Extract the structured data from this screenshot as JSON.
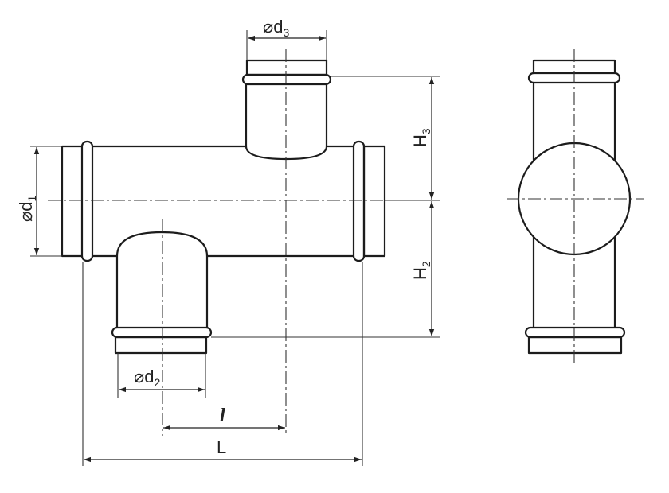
{
  "labels": {
    "d1": {
      "symbol": "⌀d",
      "sub": "1"
    },
    "d2": {
      "symbol": "⌀d",
      "sub": "2"
    },
    "d3": {
      "symbol": "⌀d",
      "sub": "3"
    },
    "H2": {
      "symbol": "H",
      "sub": "2"
    },
    "H3": {
      "symbol": "H",
      "sub": "3"
    },
    "l": "l",
    "L": "L"
  }
}
